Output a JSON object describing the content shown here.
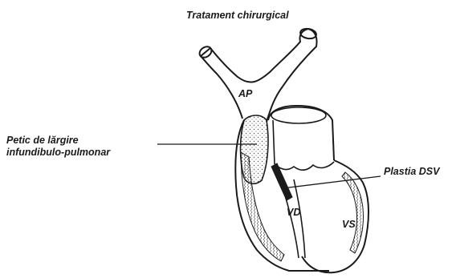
{
  "title": "Tratament chirurgical",
  "labels": {
    "ap": "AP",
    "patch_line1": "Petic de lărgire",
    "patch_line2": "infundibulo-pulmonar",
    "vsd_repair": "Plastia DSV",
    "rv": "VD",
    "lv": "VS"
  },
  "colors": {
    "line": "#1a1a1a",
    "background": "#ffffff",
    "patch_dots": "#555555"
  }
}
